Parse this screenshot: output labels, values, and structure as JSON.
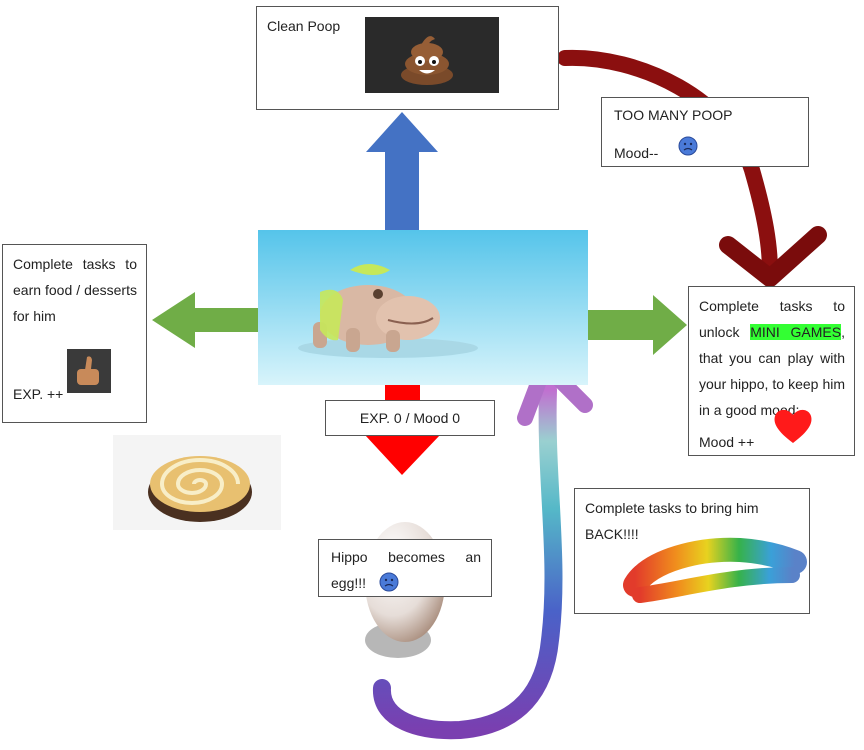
{
  "clean_poop": {
    "label": "Clean Poop"
  },
  "too_many_poop": {
    "line1": "TOO MANY POOP",
    "line2": "Mood--"
  },
  "left_box": {
    "text": "Complete tasks to earn food / desserts for him",
    "exp": "EXP. ++"
  },
  "right_box": {
    "pre": "Complete tasks to unlock ",
    "highlight": "MINI GAMES",
    "post": ", that you can play with your hippo, to keep him in a good mood;",
    "mood": "Mood ++"
  },
  "center_label": {
    "text": "EXP. 0 / Mood 0"
  },
  "egg_box": {
    "text": "Hippo becomes an egg!!!"
  },
  "back_box": {
    "text": "Complete tasks to bring him BACK!!!!"
  },
  "colors": {
    "blue_arrow": "#4472c4",
    "green_arrow": "#70ad47",
    "red_arrow": "#ff0000",
    "highlight": "#33ff33",
    "dark_red_arrow": "#8b0f0f"
  },
  "icons": [
    "poop-icon",
    "sad-face-icon",
    "thumbs-up-icon",
    "heart-icon",
    "hippo-image",
    "cake-roll-image",
    "egg-image"
  ]
}
